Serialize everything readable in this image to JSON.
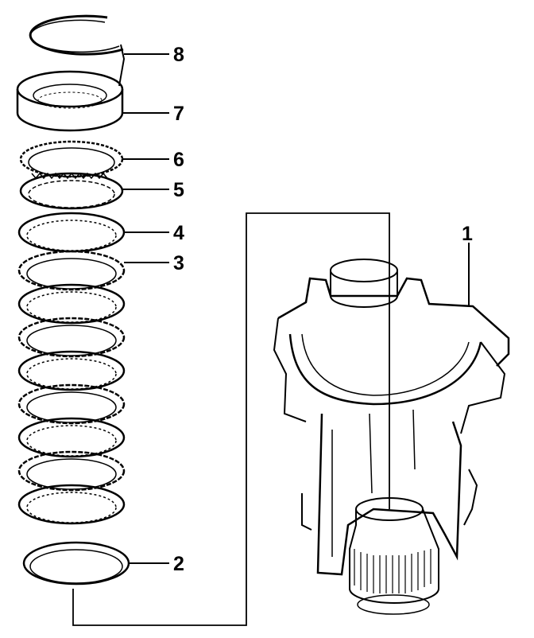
{
  "diagram": {
    "callouts": [
      {
        "id": "8",
        "label": "8"
      },
      {
        "id": "7",
        "label": "7"
      },
      {
        "id": "6",
        "label": "6"
      },
      {
        "id": "5",
        "label": "5"
      },
      {
        "id": "4",
        "label": "4"
      },
      {
        "id": "3",
        "label": "3"
      },
      {
        "id": "2",
        "label": "2"
      },
      {
        "id": "1",
        "label": "1"
      }
    ],
    "colors": {
      "ink": "#000000",
      "background": "#ffffff"
    }
  }
}
